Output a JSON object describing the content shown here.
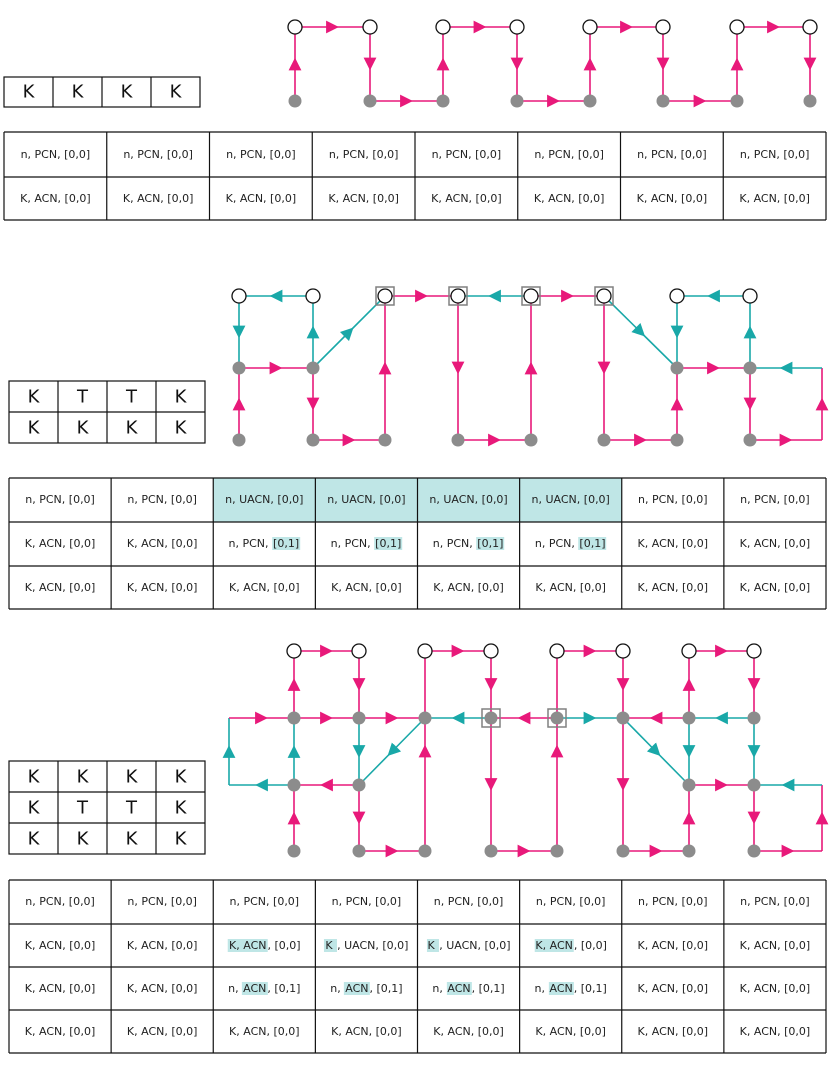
{
  "colors": {
    "magenta": "#e8197a",
    "teal": "#19a8a8",
    "node_gray": "#8c8c8c",
    "highlight": "#bfe6e6",
    "box_gray": "#808080"
  },
  "panels": [
    {
      "id": "panel-1",
      "kgrid": [
        [
          "K",
          "K",
          "K",
          "K"
        ]
      ],
      "table": [
        [
          [
            "n, PCN, [0,0]"
          ],
          [
            "n, PCN, [0,0]"
          ],
          [
            "n, PCN, [0,0]"
          ],
          [
            "n, PCN, [0,0]"
          ],
          [
            "n, PCN, [0,0]"
          ],
          [
            "n, PCN, [0,0]"
          ],
          [
            "n, PCN, [0,0]"
          ],
          [
            "n, PCN, [0,0]"
          ]
        ],
        [
          [
            "K, ACN, [0,0]"
          ],
          [
            "K, ACN, [0,0]"
          ],
          [
            "K, ACN, [0,0]"
          ],
          [
            "K, ACN, [0,0]"
          ],
          [
            "K, ACN, [0,0]"
          ],
          [
            "K, ACN, [0,0]"
          ],
          [
            "K, ACN, [0,0]"
          ],
          [
            "K, ACN, [0,0]"
          ]
        ]
      ],
      "shaded_cells": []
    },
    {
      "id": "panel-2",
      "kgrid": [
        [
          "K",
          "T",
          "T",
          "K"
        ],
        [
          "K",
          "K",
          "K",
          "K"
        ]
      ],
      "table": [
        [
          [
            "n, PCN, [0,0]"
          ],
          [
            "n, PCN, [0,0]"
          ],
          [
            "n, UACN, [0,0]"
          ],
          [
            "n, UACN, [0,0]"
          ],
          [
            "n, UACN, [0,0]"
          ],
          [
            "n, UACN, [0,0]"
          ],
          [
            "n, PCN, [0,0]"
          ],
          [
            "n, PCN, [0,0]"
          ]
        ],
        [
          [
            "K, ACN, [0,0]"
          ],
          [
            "K, ACN, [0,0]"
          ],
          [
            "n, PCN, ",
            {
              "hl": "[0,1]"
            }
          ],
          [
            "n, PCN, ",
            {
              "hl": "[0,1]"
            }
          ],
          [
            "n, PCN, ",
            {
              "hl": "[0,1]"
            }
          ],
          [
            "n, PCN, ",
            {
              "hl": "[0,1]"
            }
          ],
          [
            "K, ACN, [0,0]"
          ],
          [
            "K, ACN, [0,0]"
          ]
        ],
        [
          [
            "K, ACN, [0,0]"
          ],
          [
            "K, ACN, [0,0]"
          ],
          [
            "K, ACN, [0,0]"
          ],
          [
            "K, ACN, [0,0]"
          ],
          [
            "K, ACN, [0,0]"
          ],
          [
            "K, ACN, [0,0]"
          ],
          [
            "K, ACN, [0,0]"
          ],
          [
            "K, ACN, [0,0]"
          ]
        ]
      ],
      "shaded_cells": [
        [
          0,
          2
        ],
        [
          0,
          3
        ],
        [
          0,
          4
        ],
        [
          0,
          5
        ]
      ]
    },
    {
      "id": "panel-3",
      "kgrid": [
        [
          "K",
          "K",
          "K",
          "K"
        ],
        [
          "K",
          "T",
          "T",
          "K"
        ],
        [
          "K",
          "K",
          "K",
          "K"
        ]
      ],
      "table": [
        [
          [
            "n, PCN, [0,0]"
          ],
          [
            "n, PCN, [0,0]"
          ],
          [
            "n, PCN, [0,0]"
          ],
          [
            "n, PCN, [0,0]"
          ],
          [
            "n, PCN, [0,0]"
          ],
          [
            "n, PCN, [0,0]"
          ],
          [
            "n, PCN, [0,0]"
          ],
          [
            "n, PCN, [0,0]"
          ]
        ],
        [
          [
            "K, ACN, [0,0]"
          ],
          [
            "K, ACN, [0,0]"
          ],
          [
            {
              "hl": "K, ACN"
            },
            ", [0,0]"
          ],
          [
            {
              "hl": " K "
            },
            ", UACN, [0,0]"
          ],
          [
            {
              "hl": " K "
            },
            ", UACN, [0,0]"
          ],
          [
            {
              "hl": "K, ACN"
            },
            ", [0,0]"
          ],
          [
            "K, ACN, [0,0]"
          ],
          [
            "K, ACN, [0,0]"
          ]
        ],
        [
          [
            "K, ACN, [0,0]"
          ],
          [
            "K, ACN, [0,0]"
          ],
          [
            "n, ",
            {
              "hl": "ACN"
            },
            ", [0,1]"
          ],
          [
            "n, ",
            {
              "hl": "ACN"
            },
            ", [0,1]"
          ],
          [
            "n, ",
            {
              "hl": "ACN"
            },
            ", [0,1]"
          ],
          [
            "n, ",
            {
              "hl": "ACN"
            },
            ", [0,1]"
          ],
          [
            "K, ACN, [0,0]"
          ],
          [
            "K, ACN, [0,0]"
          ]
        ],
        [
          [
            "K, ACN, [0,0]"
          ],
          [
            "K, ACN, [0,0]"
          ],
          [
            "K, ACN, [0,0]"
          ],
          [
            "K, ACN, [0,0]"
          ],
          [
            "K, ACN, [0,0]"
          ],
          [
            "K, ACN, [0,0]"
          ],
          [
            "K, ACN, [0,0]"
          ],
          [
            "K, ACN, [0,0]"
          ]
        ]
      ],
      "shaded_cells": []
    }
  ]
}
